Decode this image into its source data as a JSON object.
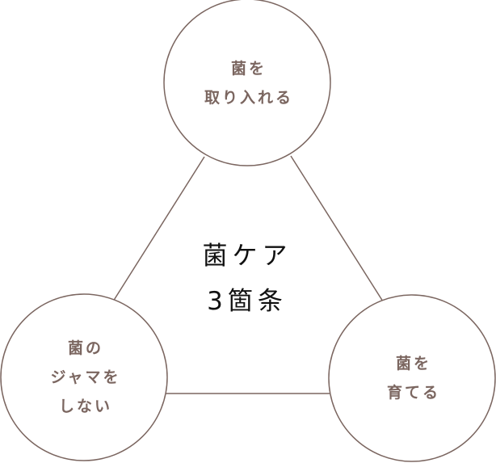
{
  "center": {
    "line1": "菌ケア",
    "line2": "3箇条"
  },
  "nodes": [
    {
      "lines": [
        "菌を",
        "取り入れる"
      ]
    },
    {
      "lines": [
        "菌の",
        "ジャマを",
        "しない"
      ]
    },
    {
      "lines": [
        "菌を",
        "育てる"
      ]
    }
  ],
  "colors": {
    "stroke": "#7b6660",
    "text": "#7b6660"
  }
}
